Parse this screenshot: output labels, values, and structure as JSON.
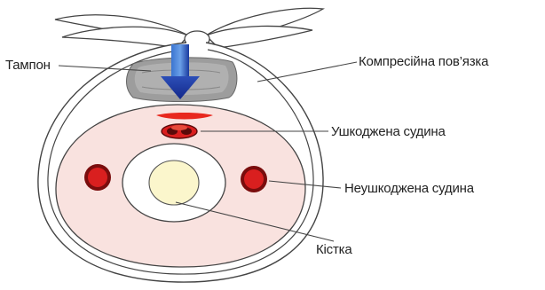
{
  "labels": {
    "tampon": "Тампон",
    "compression_bandage": "Компресійна пов’язка",
    "damaged_vessel": "Ушкоджена судина",
    "undamaged_vessel": "Неушкоджена судина",
    "bone": "Кістка"
  },
  "colors": {
    "outline": "#444444",
    "tissue": "#f9e2df",
    "bone_ring": "#ffffff",
    "bone_marrow": "#fbf6cc",
    "vessel": "#d91f1f",
    "vessel_dark": "#7a0d0d",
    "tampon": "#9a9a9a",
    "tampon_light": "#c4c4c4",
    "arrow": "#1f3fa8",
    "arrow_light": "#4f87d8",
    "bleed": "#e8281e"
  }
}
